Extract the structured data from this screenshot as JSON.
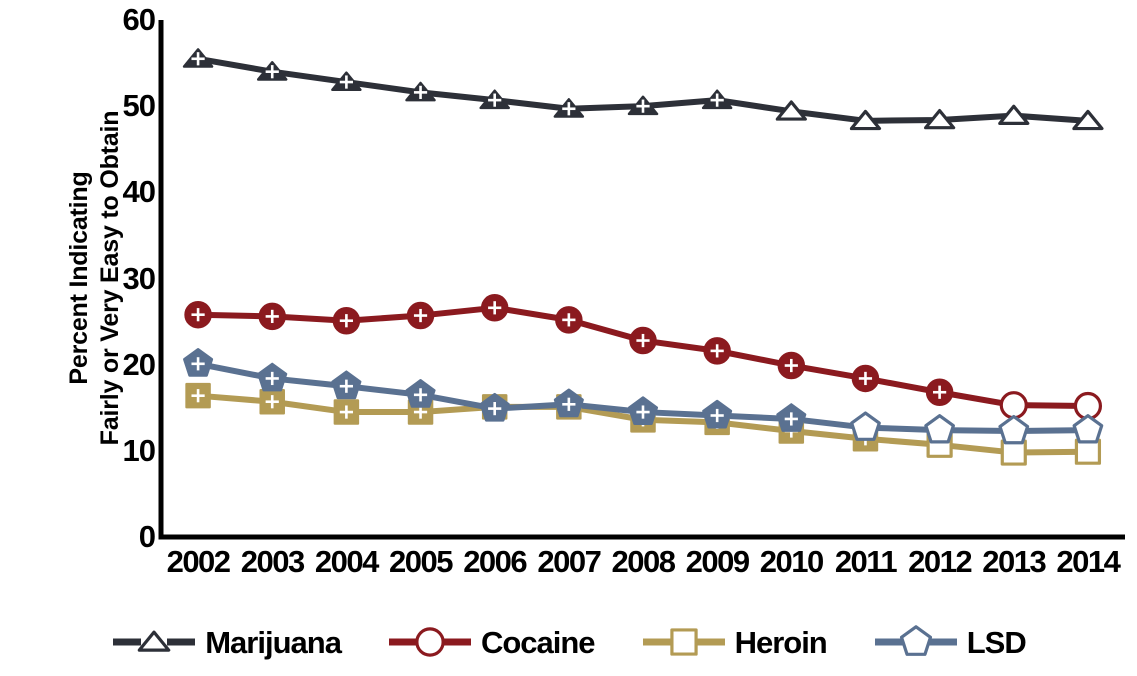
{
  "chart_data": {
    "type": "line",
    "title": "",
    "xlabel": "",
    "ylabel": "Percent Indicating Fairly or Very Easy to Obtain",
    "ylabel_line1": "Percent Indicating",
    "ylabel_line2": "Fairly or Very Easy to Obtain",
    "categories": [
      "2002",
      "2003",
      "2004",
      "2005",
      "2006",
      "2007",
      "2008",
      "2009",
      "2010",
      "2011",
      "2012",
      "2013",
      "2014"
    ],
    "ylim": [
      0,
      60
    ],
    "yticks": [
      0,
      10,
      20,
      30,
      40,
      50,
      60
    ],
    "ytick_labels": [
      "0",
      "10",
      "20",
      "30",
      "40",
      "50",
      "60"
    ],
    "grid": false,
    "legend_position": "bottom",
    "series": [
      {
        "name": "Marijuana",
        "color": "#2d3038",
        "marker": "triangle",
        "values": [
          55.5,
          54.0,
          52.8,
          51.6,
          50.7,
          49.7,
          50.0,
          50.7,
          49.4,
          48.3,
          48.4,
          48.9,
          48.3
        ],
        "significant": [
          true,
          true,
          true,
          true,
          true,
          true,
          true,
          true,
          false,
          false,
          false,
          false,
          false
        ]
      },
      {
        "name": "Cocaine",
        "color": "#8b1a1f",
        "marker": "circle",
        "values": [
          25.8,
          25.6,
          25.1,
          25.7,
          26.6,
          25.2,
          22.8,
          21.6,
          19.9,
          18.4,
          16.8,
          15.3,
          15.2
        ],
        "significant": [
          true,
          true,
          true,
          true,
          true,
          true,
          true,
          true,
          true,
          true,
          true,
          false,
          false
        ]
      },
      {
        "name": "Heroin",
        "color": "#b39b54",
        "marker": "square",
        "values": [
          16.4,
          15.7,
          14.5,
          14.5,
          15.1,
          15.1,
          13.6,
          13.3,
          12.3,
          11.4,
          10.7,
          9.8,
          9.9
        ],
        "significant": [
          true,
          true,
          true,
          true,
          true,
          true,
          true,
          true,
          true,
          true,
          false,
          false,
          false
        ]
      },
      {
        "name": "LSD",
        "color": "#5a7191",
        "marker": "pentagon",
        "values": [
          20.1,
          18.4,
          17.5,
          16.5,
          14.9,
          15.4,
          14.5,
          14.1,
          13.7,
          12.7,
          12.4,
          12.3,
          12.4
        ],
        "significant": [
          true,
          true,
          true,
          true,
          true,
          true,
          true,
          true,
          true,
          false,
          false,
          false,
          false
        ]
      }
    ]
  },
  "axis": {
    "y_axis_line_color": "#000000",
    "x_axis_line_color": "#000000"
  },
  "legend": {
    "items": [
      {
        "label": "Marijuana",
        "marker": "triangle",
        "color": "#2d3038"
      },
      {
        "label": "Cocaine",
        "marker": "circle",
        "color": "#8b1a1f"
      },
      {
        "label": "Heroin",
        "marker": "square",
        "color": "#b39b54"
      },
      {
        "label": "LSD",
        "marker": "pentagon",
        "color": "#5a7191"
      }
    ]
  }
}
